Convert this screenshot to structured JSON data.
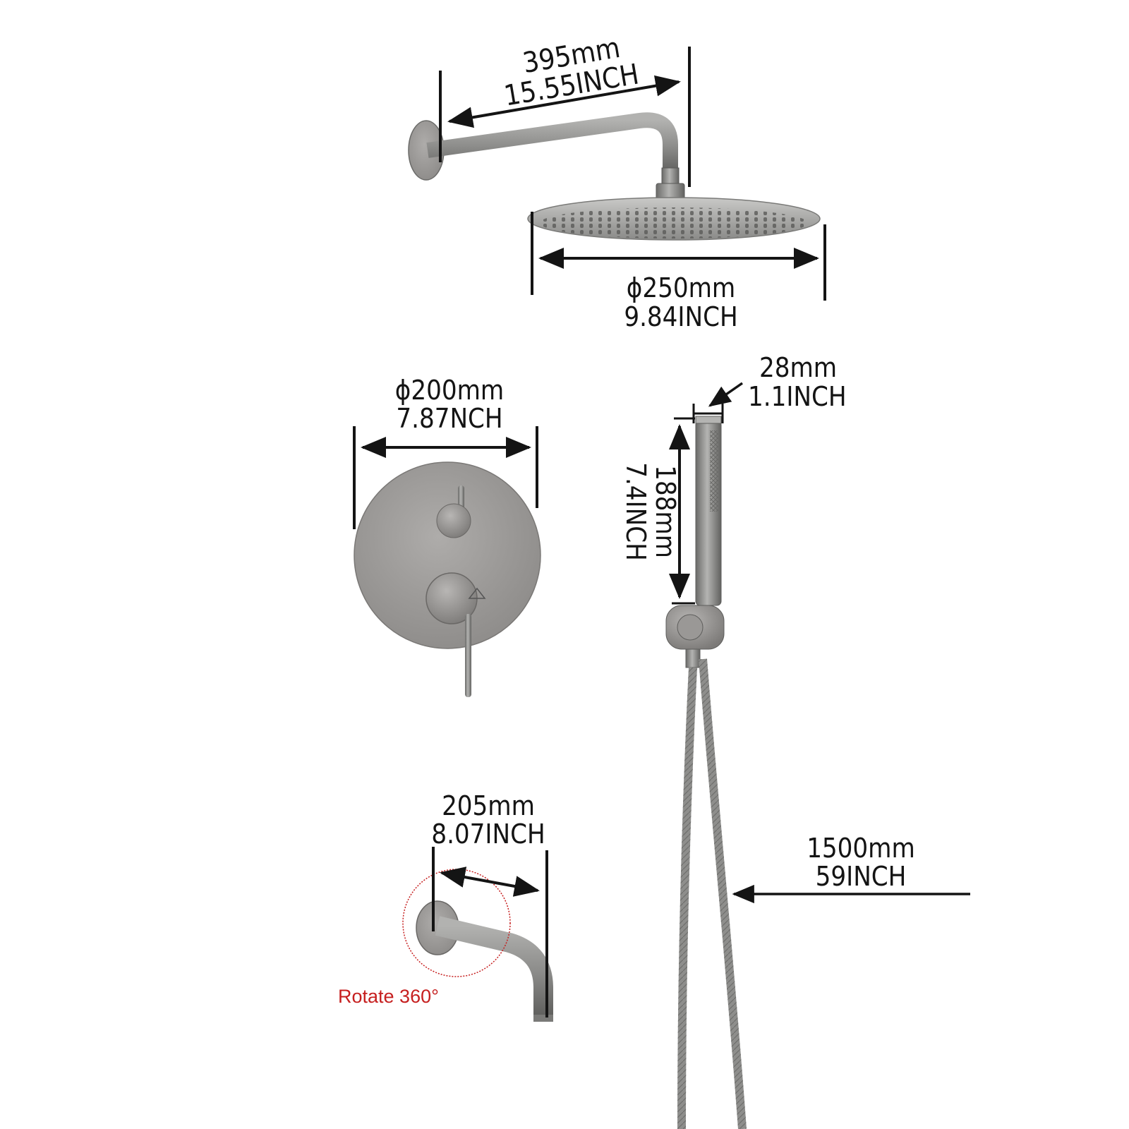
{
  "dimensions": {
    "shower_arm": {
      "mm": "395mm",
      "inch": "15.55INCH"
    },
    "shower_head": {
      "mm": "ϕ250mm",
      "inch": "9.84INCH"
    },
    "valve_plate": {
      "mm": "ϕ200mm",
      "inch": "7.87NCH"
    },
    "handheld_diameter": {
      "mm": "28mm",
      "inch": "1.1INCH"
    },
    "handheld_length": {
      "mm": "188mm",
      "inch": "7.4INCH"
    },
    "tub_spout": {
      "mm": "205mm",
      "inch": "8.07INCH"
    },
    "hose": {
      "mm": "1500mm",
      "inch": "59INCH"
    }
  },
  "annotations": {
    "rotate": "Rotate 360°"
  },
  "colors": {
    "background": "#ffffff",
    "dimension_line": "#141414",
    "metal": "#8a8a88",
    "metal_dark": "#6a6a68",
    "accent_red": "#c61f1f"
  }
}
